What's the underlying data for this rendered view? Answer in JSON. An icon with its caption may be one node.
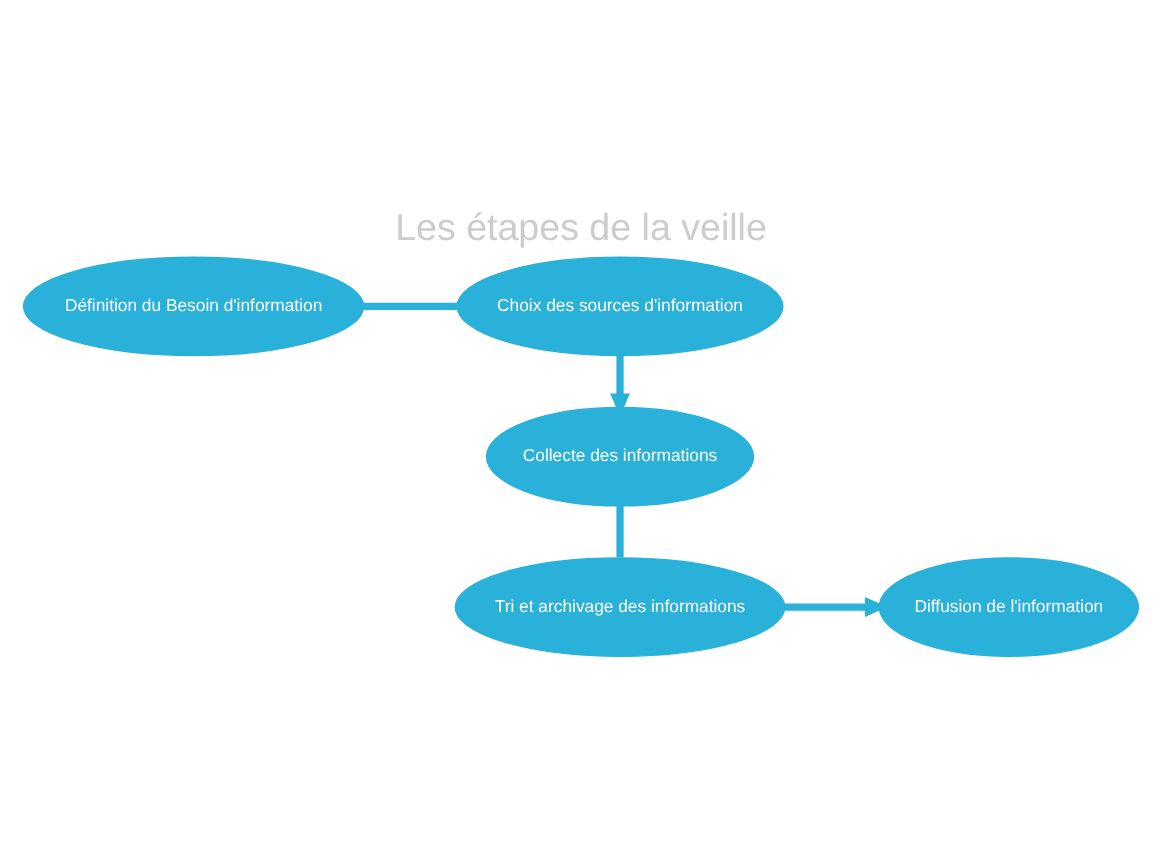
{
  "diagram": {
    "title": "Les étapes de la veille",
    "nodes": [
      {
        "text": [
          "Définition du Besoin d'information"
        ]
      },
      {
        "text": [
          "Choix des sources d'information"
        ]
      },
      {
        "text": [
          "Collecte des informations"
        ]
      },
      {
        "text": [
          "Tri et archivage des informations"
        ]
      },
      {
        "text": [
          "Diffusion de l'information"
        ]
      }
    ],
    "edges": [
      {
        "from": 0,
        "to": 1,
        "arrow": "none"
      },
      {
        "from": 1,
        "to": 2,
        "arrow": "to"
      },
      {
        "from": 2,
        "to": 3,
        "arrow": "none"
      },
      {
        "from": 3,
        "to": 4,
        "arrow": "to"
      }
    ]
  }
}
